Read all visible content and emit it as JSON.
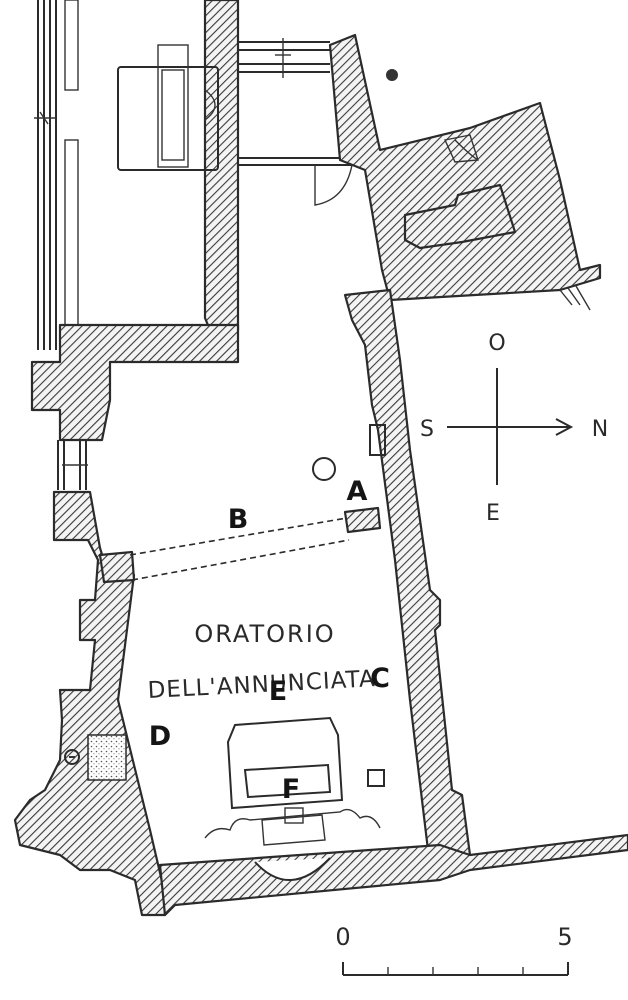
{
  "room_name_line1": "ORATORIO",
  "room_name_line2": "DELL'ANNUNCIATA",
  "letters": {
    "a": "A",
    "b": "B",
    "c": "C",
    "d": "D",
    "e": "E",
    "f": "F"
  },
  "compass": {
    "top": "O",
    "left": "S",
    "right": "N",
    "bottom": "E"
  },
  "scale": {
    "start": "0",
    "end": "5"
  },
  "colors": {
    "ink": "#2b2b2b",
    "paper": "#ffffff"
  }
}
